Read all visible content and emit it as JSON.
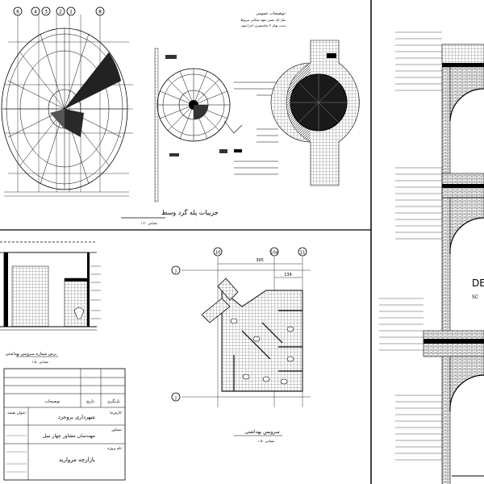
{
  "grid_bubbles": {
    "top_a": [
      "6",
      "4",
      "3",
      "2",
      "1",
      "8"
    ],
    "toilet_top": [
      "10",
      "10a",
      "11"
    ],
    "toilet_left": [
      "J",
      "J"
    ]
  },
  "dimensions": {
    "toilet_total": "395",
    "toilet_right": "134"
  },
  "stair_detail": {
    "title": "جزییات پله گرد وسط",
    "scale": "مقیاس ۱:۲۰",
    "notes_heading": "توضیحات عمومی:",
    "note_lines": [
      "نقل کل ضمن تعهد سکانی مربوط.",
      "مدت بهای ۳ سانتیمتری اجرا شود."
    ]
  },
  "toilet_section": {
    "title": "برش شماره سرویس بهداشتی",
    "scale": "مقیاس ۱:۵۰"
  },
  "toilet_plan": {
    "title": "سرویس بهداشتی",
    "scale": "مقیاس ۱:۵۰"
  },
  "title_block": {
    "description_col": "توضیحات",
    "date_col": "تاریخ",
    "revision_col": "بازنگری",
    "employer_label": "کارفرما:",
    "employer_value": "شهرداری بروجرد",
    "consultant_label": "مشاور:",
    "consultant_value": "مهندسان مشاور چهار نبیل",
    "project_label": "نام پروژه:",
    "project_value": "بازارچه مروارید",
    "sheet_label": "عنوان نقشه:"
  },
  "section_detail": {
    "title": "DE",
    "subtitle": "SC"
  }
}
